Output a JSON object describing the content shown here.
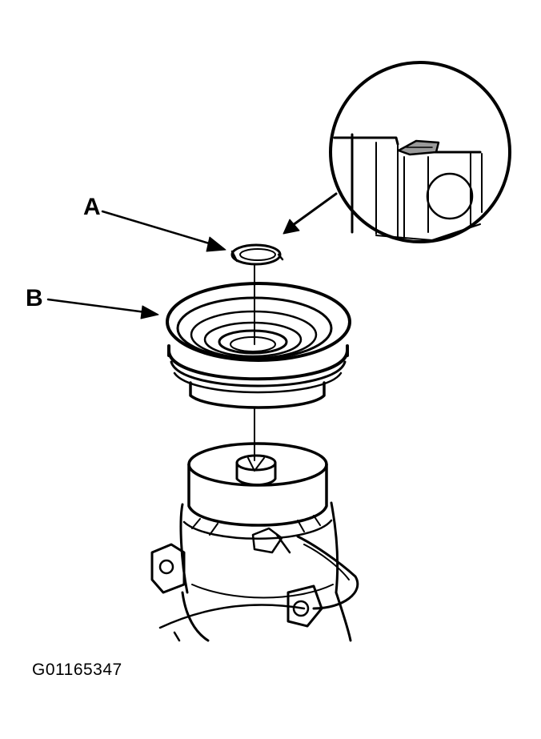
{
  "callouts": {
    "a": "A",
    "b": "B"
  },
  "figure_code": "G01165347",
  "colors": {
    "ink": "#000000",
    "paper": "#ffffff",
    "shade": "#9a9a9a"
  },
  "parts": {
    "a": "snap-ring",
    "b": "pulley",
    "base": "compressor-clutch"
  }
}
